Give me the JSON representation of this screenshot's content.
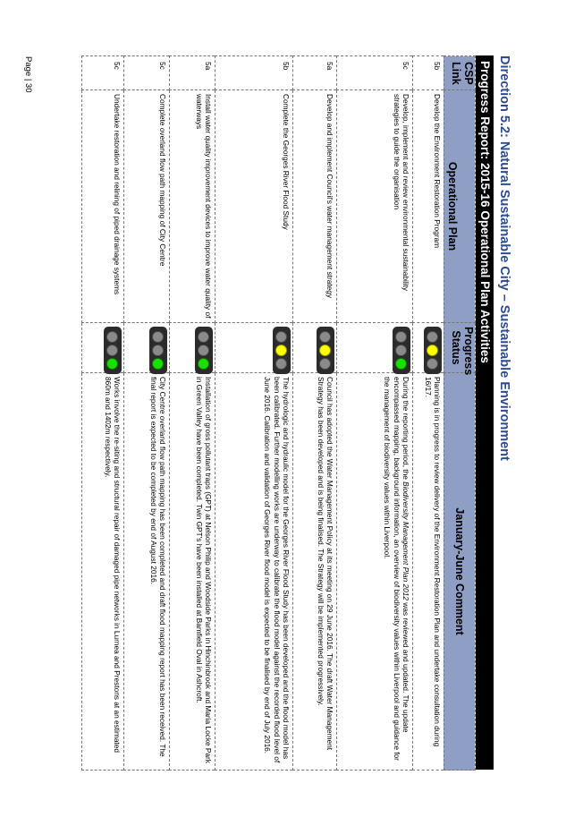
{
  "heading": "Direction 5.2: Natural Sustainable City – Sustainable Environment",
  "table_title": "Progress Report: 2015-16 Operational Plan Activities",
  "columns": {
    "csp_link": "CSP Link",
    "operational_plan": "Operational Plan",
    "progress_status": "Progress Status",
    "comment": "January-June Comment"
  },
  "status_colors": {
    "red": "#ff2a2a",
    "yellow": "#ffff00",
    "green": "#19e000"
  },
  "rows": [
    {
      "csp": "5b",
      "plan": "Develop the Environment Restoration Program",
      "status": "yellow",
      "comment": "Planning is in progress to review delivery of the Environment Restoration Plan and undertake consultation during 16/17."
    },
    {
      "csp": "5c",
      "plan": "Develop, implement and review environmental sustainability strategies to guide the organisation",
      "status": "green",
      "comment_pre": "During the reporting period, the ",
      "comment_em": "Biodiversity Management Plan 2012",
      "comment_post": " was reviewed and updated. The update encompassed mapping, background information, an overview of biodiversity values within Liverpool and guidance for the management of biodiversity values within Liverpool."
    },
    {
      "csp": "5a",
      "plan": "Develop and implement Council's water management strategy",
      "status": "yellow",
      "comment": "Council has adopted the Water Management Policy at its meeting on 29 June 2016. The draft Water Management Strategy has been developed and is being finalised. The Strategy will be implemented progressively."
    },
    {
      "csp": "5b",
      "plan": "Complete the Georges River Flood Study",
      "status": "yellow",
      "comment": "The hydrologic and hydraulic model for the Georges River Flood Study has been developed and the flood model has been calibrated. Further modelling works are underway to calibrate the flood model against the recorded flood level of June 2016. Calibration and validation of Georges River flood model is expected to be finalised by end of July 2016."
    },
    {
      "csp": "5a",
      "plan": "Install water quality improvement devices to improve water quality of waterways",
      "status": "green",
      "comment": "Installation of gross pollutant traps (GPT) at Nelson Philip and Woodside Parks in Hinchinbrook and Maria Locke Park in Green Valley have been completed. Twin GPT's have been installed at Bamfield Oval in Ashcroft."
    },
    {
      "csp": "5c",
      "plan": "Complete overland flow path mapping of City Centre",
      "status": "green",
      "comment": "City Centre overland flow path mapping has been completed and draft flood mapping report has been received. The final report is expected to be completed by end of August 2016."
    },
    {
      "csp": "5c",
      "plan": "Undertake restoration and relining of piped drainage systems",
      "status": "green",
      "comment": "Works involve the re-siting and structural repair of damaged pipe networks in Lurnea and Prestons at an estimated 860m and 1402m respectively."
    }
  ],
  "footer": "Page | 30"
}
